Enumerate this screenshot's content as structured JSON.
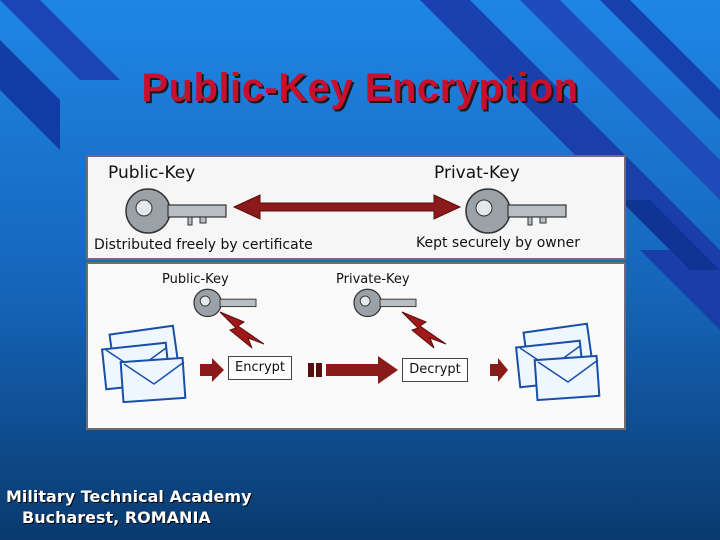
{
  "slide": {
    "title": "Public-Key Encryption",
    "footer_line1": "Military Technical Academy",
    "footer_line2": "Bucharest, ROMANIA"
  },
  "top_panel": {
    "left_key_label": "Public-Key",
    "right_key_label": "Privat-Key",
    "left_caption": "Distributed freely by certificate",
    "right_caption": "Kept securely by owner"
  },
  "bottom_panel": {
    "public_key_label": "Public-Key",
    "private_key_label": "Private-Key",
    "encrypt_label": "Encrypt",
    "decrypt_label": "Decrypt"
  },
  "colors": {
    "title_red": "#c8102e",
    "arrow_red": "#8b1a1a",
    "bg_blue_top": "#1e7fe0",
    "bg_blue_bottom": "#0a3f78"
  },
  "icons": [
    "key-icon",
    "lightning-bolt-icon",
    "envelope-stack-icon",
    "double-arrow-icon"
  ]
}
